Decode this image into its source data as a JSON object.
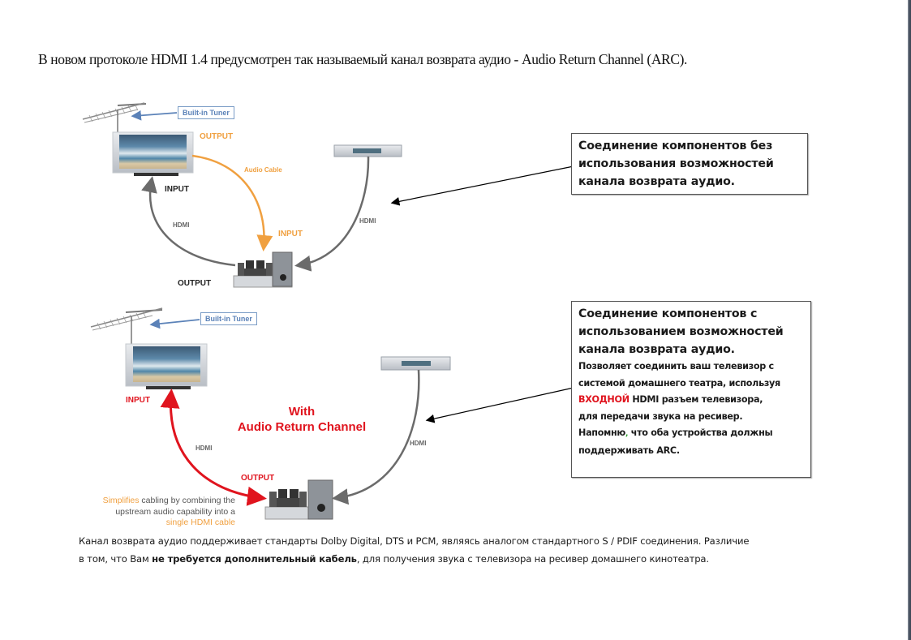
{
  "document": {
    "heading": "В новом протоколе HDMI 1.4 предусмотрен так называемый  канал возврата аудио - Audio Return Channel (ARC)."
  },
  "colors": {
    "orange": "#f0a040",
    "red": "#e0141e",
    "gray_cable": "#6b6b6b",
    "tuner_blue": "#5b82b8"
  },
  "diagram_top": {
    "tuner_label": "Built-in Tuner",
    "tv_output_label": "OUTPUT",
    "tv_input_label": "INPUT",
    "audio_cable_label": "Audio Cable",
    "receiver_input_label": "INPUT",
    "receiver_output_label": "OUTPUT",
    "hdmi_left_label": "HDMI",
    "hdmi_right_label": "HDMI",
    "icons": [
      "antenna-icon",
      "tv-icon",
      "dvd-player-icon",
      "home-theater-receiver-icon"
    ],
    "callout": {
      "lines": [
        "Соединение компонентов без",
        "использования возможностей",
        "канала возврата аудио."
      ]
    }
  },
  "diagram_bottom": {
    "tuner_label": "Built-in Tuner",
    "tv_input_label": "INPUT",
    "title_line1": "With",
    "title_line2": "Audio Return Channel",
    "hdmi_left_label": "HDMI",
    "hdmi_right_label": "HDMI",
    "receiver_output_label": "OUTPUT",
    "simplifies": {
      "part1_orange": "Simplifies",
      "part1_rest": " cabling by combining the",
      "line2": "upstream audio capability into a",
      "line3_orange": "single HDMI cable"
    },
    "icons": [
      "antenna-icon",
      "tv-icon",
      "dvd-player-icon",
      "home-theater-receiver-icon"
    ],
    "callout": {
      "title_lines": [
        "Соединение компонентов с",
        "использованием возможностей",
        "канала возврата аудио."
      ],
      "body_line1": "Позволяет соединить ваш телевизор с",
      "body_line2": "системой домашнего театра, используя",
      "body_line3_red": "ВХОДНОЙ",
      "body_line3_rest": " HDMI разъем телевизора,",
      "body_line4": "для передачи звука на ресивер.",
      "body_line5_a": "Напомню",
      "body_line5_mark": ",",
      "body_line5_b": " что оба устройства должны",
      "body_line6": "поддерживать ARC."
    }
  },
  "footer": {
    "line1": "Канал возврата аудио поддерживает стандарты Dolby Digital, DTS и PCM, являясь аналогом стандартного S / PDIF соединения. Различие",
    "line2_a": "в том, что Вам ",
    "line2_bold": "не требуется дополнительный кабель",
    "line2_b": ", для получения звука с телевизора на ресивер домашнего кинотеатра."
  }
}
